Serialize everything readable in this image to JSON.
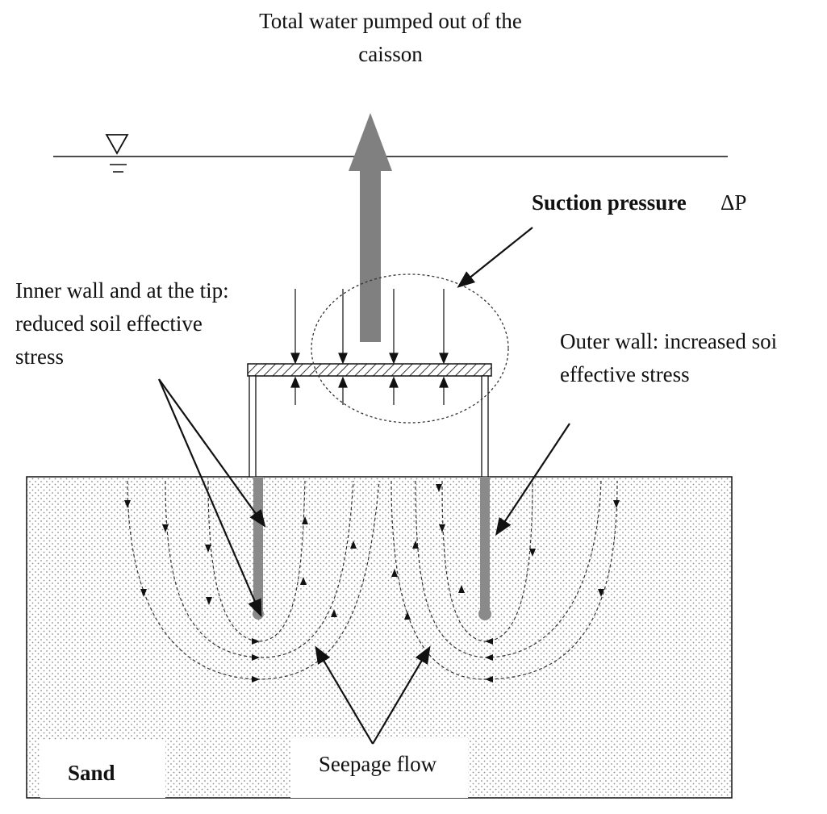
{
  "labels": {
    "top_line1": "Total water pumped out of the",
    "top_line2": "caisson",
    "suction_text": "Suction pressure",
    "suction_symbol": "ΔP",
    "inner_line1": "Inner wall and at the tip:",
    "inner_line2": "reduced soil effective",
    "inner_line3": "stress",
    "outer_line1": "Outer wall: increased soi",
    "outer_line2": "effective stress",
    "seepage": "Seepage flow",
    "sand": "Sand"
  },
  "colors": {
    "ink": "#111111",
    "arrow_gray": "#808080",
    "sand_dots": "#9a9a9a",
    "wall_gray": "#8a8a8a"
  }
}
